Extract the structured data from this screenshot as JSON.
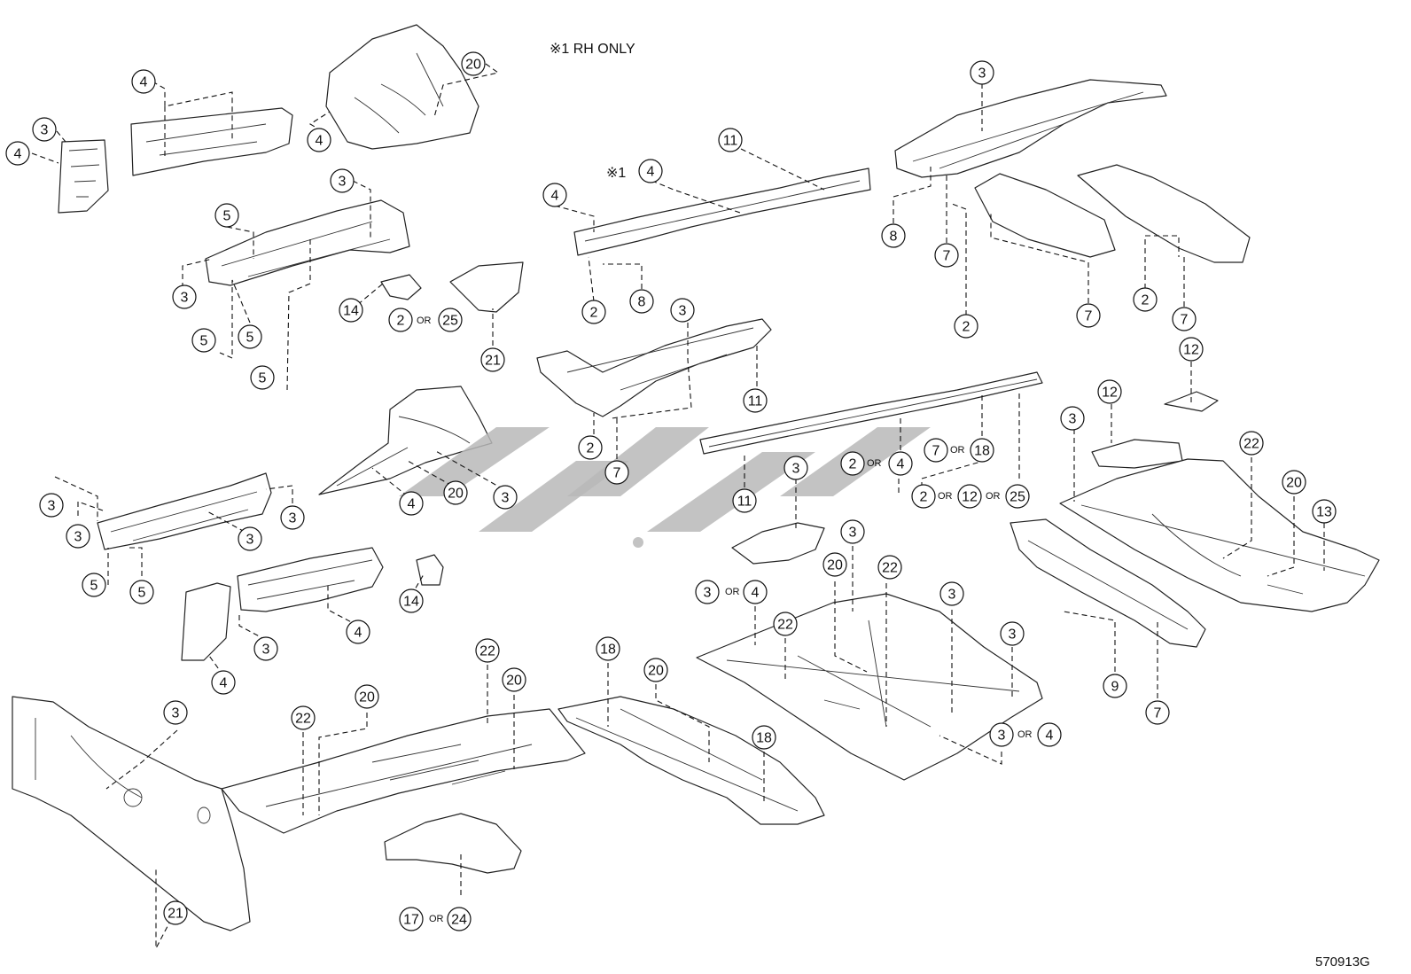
{
  "note": "※1 RH ONLY",
  "diagram_code": "570913G",
  "watermark_logo": "stylized logo",
  "ref_mark": "※1",
  "or_text": "OR",
  "callout_labels": {
    "c2": "2",
    "c3": "3",
    "c4": "4",
    "c5": "5",
    "c7": "7",
    "c8": "8",
    "c9": "9",
    "c11": "11",
    "c12": "12",
    "c13": "13",
    "c14": "14",
    "c17": "17",
    "c18": "18",
    "c20": "20",
    "c21": "21",
    "c22": "22",
    "c24": "24",
    "c25": "25"
  }
}
